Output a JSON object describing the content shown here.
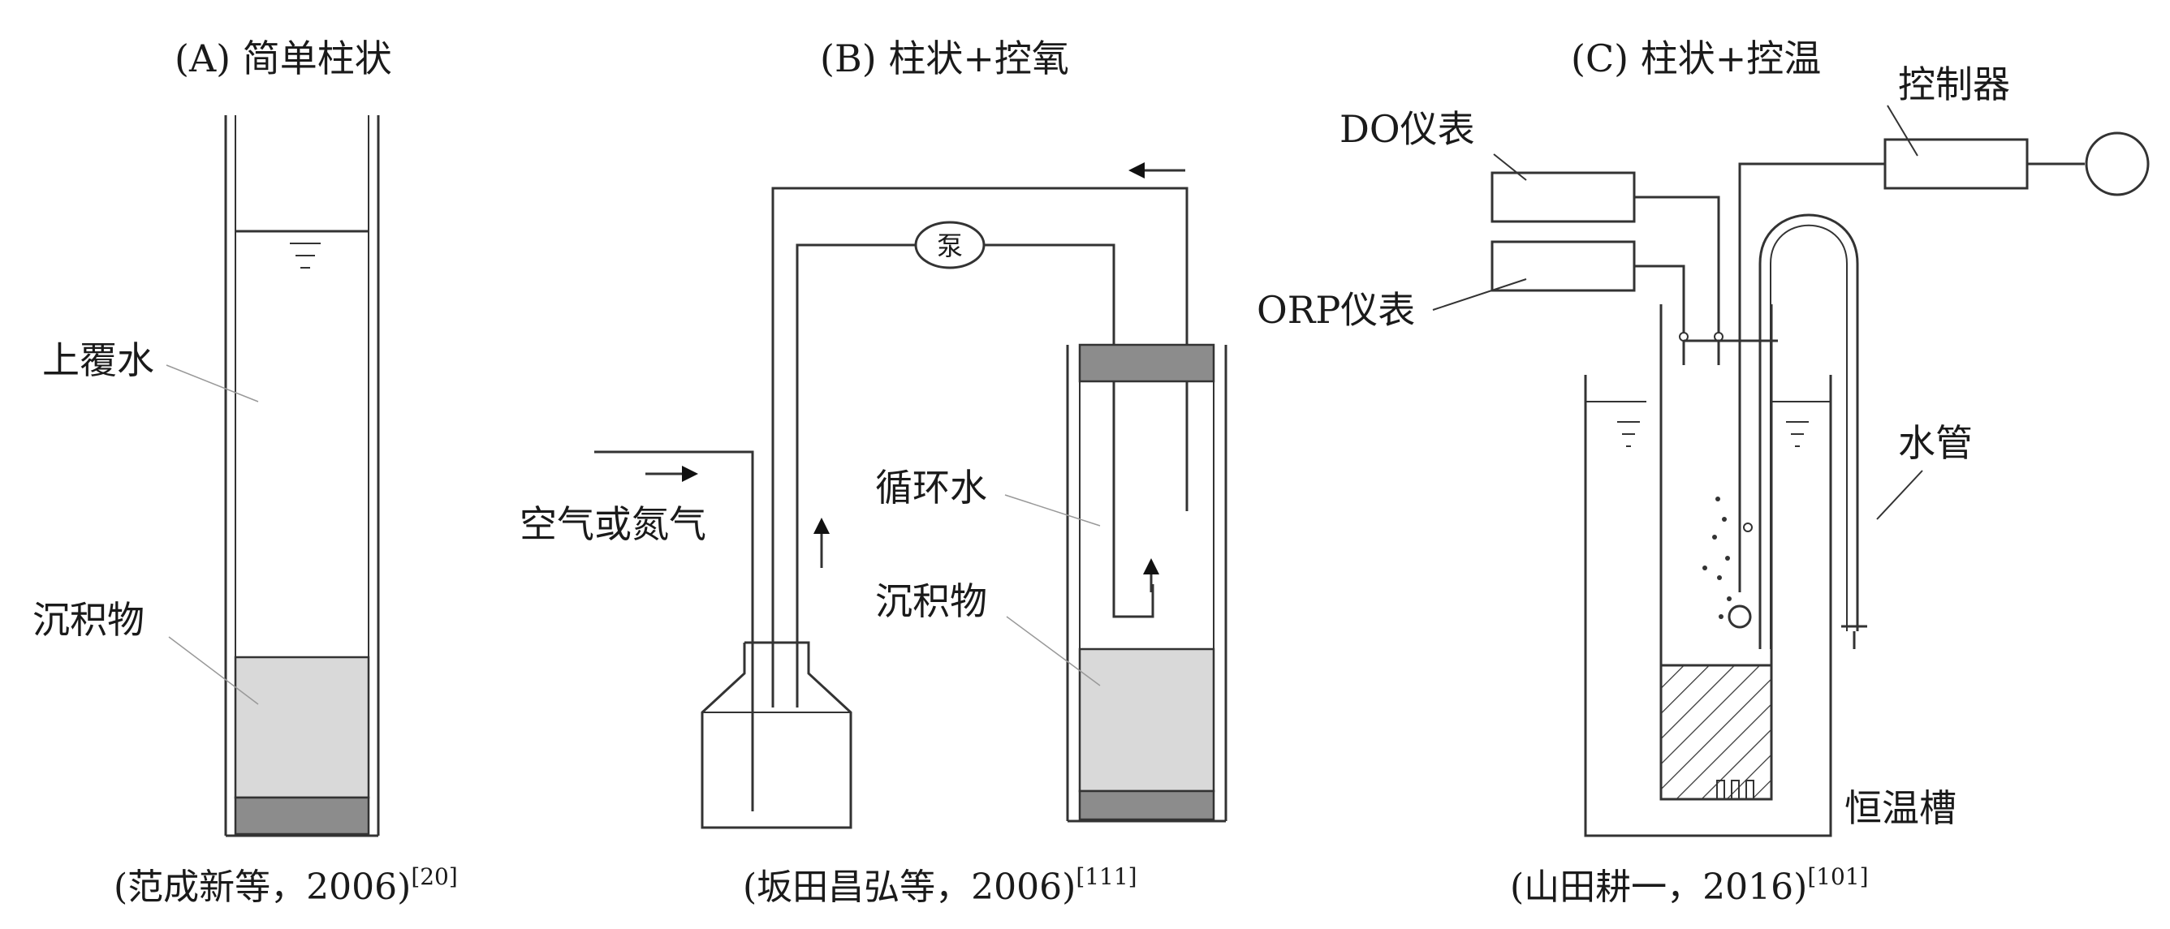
{
  "panels": {
    "a": {
      "title": "(A) 简单柱状",
      "overlying_water": "上覆水",
      "sediment": "沉积物",
      "citation": "(范成新等，2006)",
      "ref": "[20]"
    },
    "b": {
      "title": "(B) 柱状+控氧",
      "pump": "泵",
      "gas": "空气或氮气",
      "circulating_water": "循环水",
      "sediment": "沉积物",
      "citation": "(坂田昌弘等，2006)",
      "ref": "[111]"
    },
    "c": {
      "title": "(C) 柱状+控温",
      "controller": "控制器",
      "do_meter": "DO仪表",
      "orp_meter": "ORP仪表",
      "water_pipe": "水管",
      "thermostat_bath": "恒温槽",
      "citation": "(山田耕一，2016)",
      "ref": "[101]"
    }
  },
  "colors": {
    "line": "#333333",
    "sediment_fill": "#d9d9d9",
    "plug_fill": "#8c8c8c"
  }
}
